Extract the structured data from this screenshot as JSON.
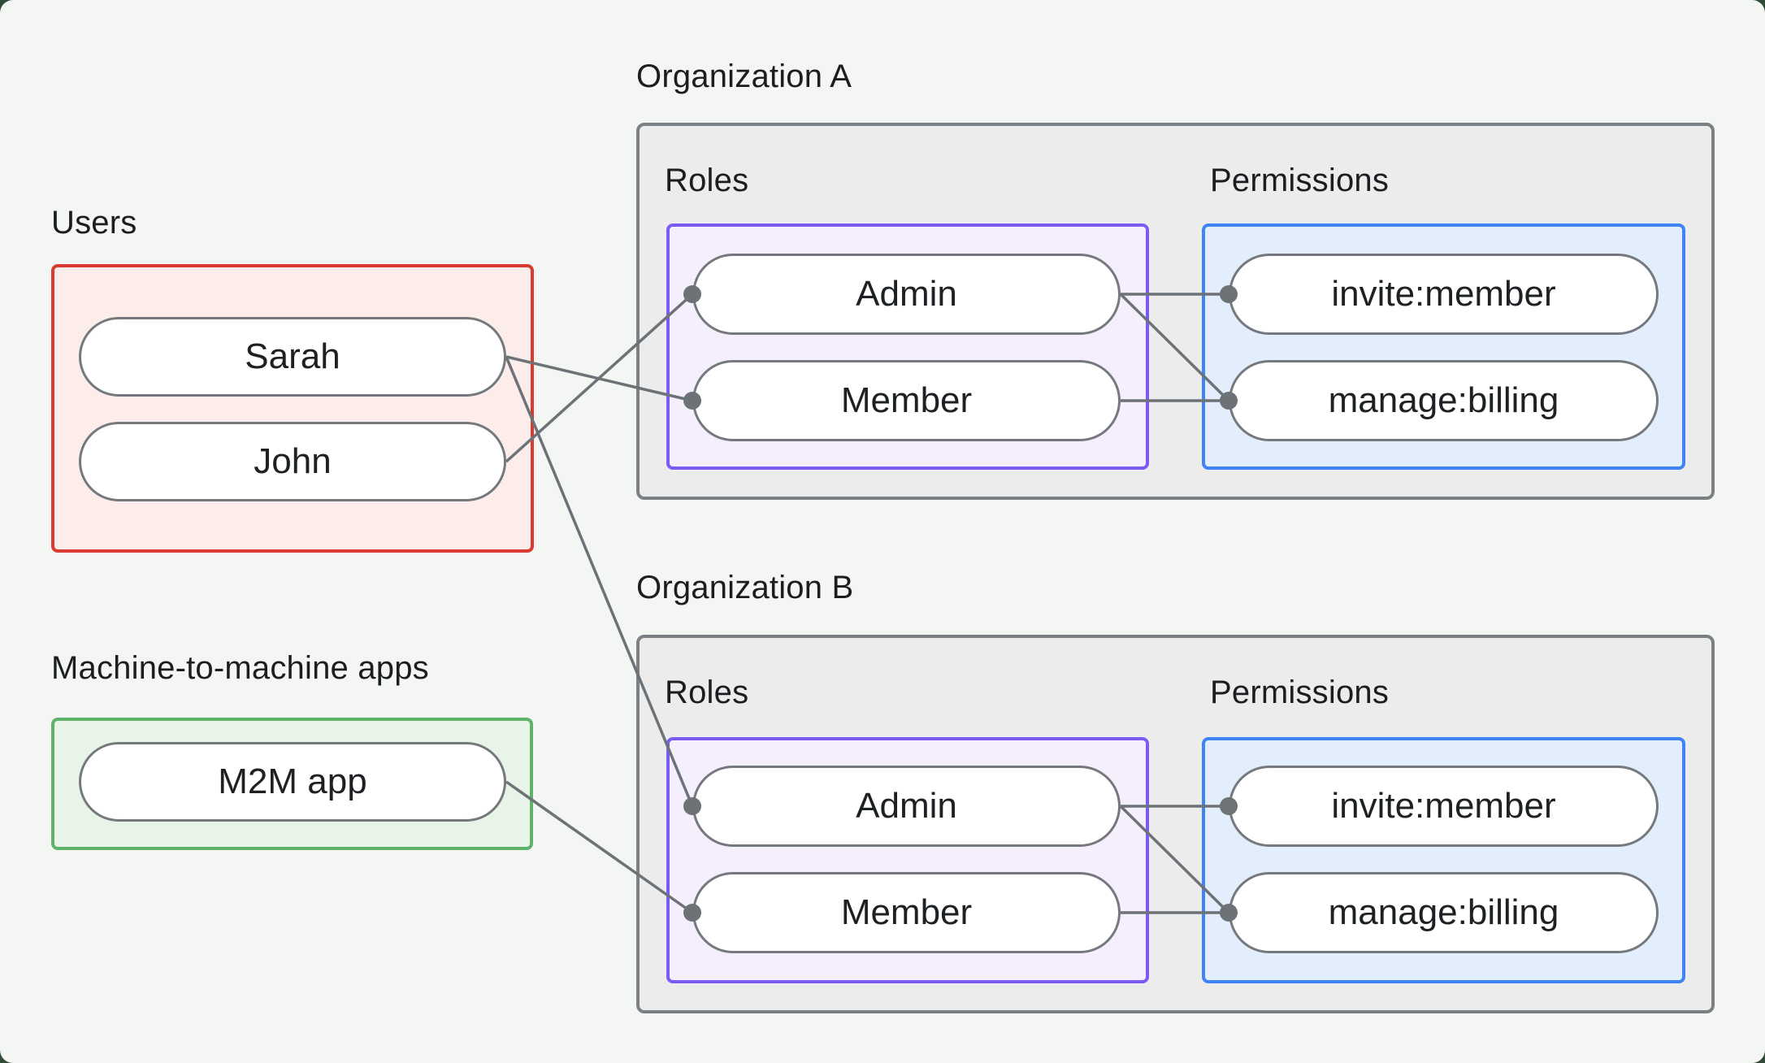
{
  "page": {
    "panel_background": "#f4f6f4",
    "outer_background": "#2e4b38"
  },
  "colors": {
    "users_border": "#d93a31",
    "users_fill": "#fcedeb",
    "m2m_border": "#5fb269",
    "m2m_fill": "#e9f4e9",
    "org_border": "#7b8084",
    "org_fill": "#ececed",
    "roles_border": "#7b5bf3",
    "roles_fill": "#f5effd",
    "permissions_border": "#3e84f5",
    "permissions_fill": "#e2eefb",
    "pill_border": "#75797e",
    "connector": "#6d7277",
    "text": "#1b1d20"
  },
  "users_group": {
    "label": "Users",
    "items": [
      "Sarah",
      "John"
    ]
  },
  "m2m_group": {
    "label": "Machine-to-machine apps",
    "items": [
      "M2M app"
    ]
  },
  "organizations": [
    {
      "title": "Organization A",
      "roles_label": "Roles",
      "permissions_label": "Permissions",
      "roles": [
        "Admin",
        "Member"
      ],
      "permissions": [
        "invite:member",
        "manage:billing"
      ]
    },
    {
      "title": "Organization B",
      "roles_label": "Roles",
      "permissions_label": "Permissions",
      "roles": [
        "Admin",
        "Member"
      ],
      "permissions": [
        "invite:member",
        "manage:billing"
      ]
    }
  ],
  "connections": [
    {
      "from": "user.sarah",
      "to": "orgA.role.member"
    },
    {
      "from": "user.john",
      "to": "orgA.role.admin"
    },
    {
      "from": "user.sarah",
      "to": "orgB.role.admin"
    },
    {
      "from": "m2m.app",
      "to": "orgB.role.member"
    },
    {
      "from": "orgA.role.admin",
      "to": "orgA.perm.invite"
    },
    {
      "from": "orgA.role.admin",
      "to": "orgA.perm.manage"
    },
    {
      "from": "orgA.role.member",
      "to": "orgA.perm.manage"
    },
    {
      "from": "orgB.role.admin",
      "to": "orgB.perm.invite"
    },
    {
      "from": "orgB.role.admin",
      "to": "orgB.perm.manage"
    },
    {
      "from": "orgB.role.member",
      "to": "orgB.perm.manage"
    }
  ]
}
